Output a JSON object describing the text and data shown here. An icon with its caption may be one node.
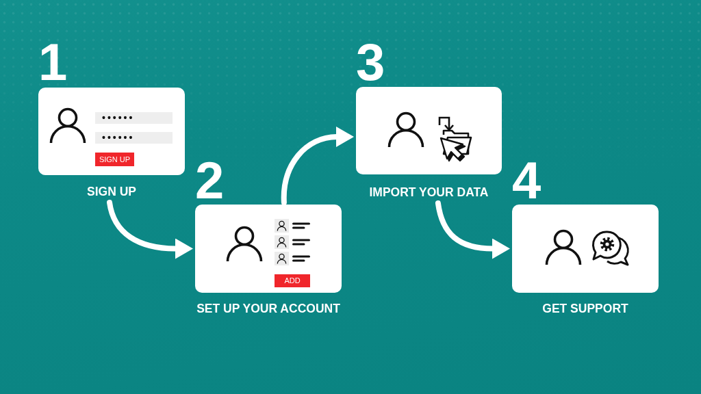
{
  "diagram": {
    "nodes": [
      {
        "text": [
          "SIGN UP"
        ],
        "beside": [
          "1"
        ]
      },
      {
        "text": [
          "••••••"
        ],
        "in": 0
      },
      {
        "text": [
          "••••••"
        ],
        "in": 0
      },
      {
        "text": [
          "SIGN UP"
        ],
        "in": 0
      },
      {
        "text": [
          "SET UP YOUR ACCOUNT"
        ],
        "beside": [
          "2"
        ]
      },
      {
        "text": [
          "ADD"
        ],
        "in": 4
      },
      {
        "text": [
          "IMPORT YOUR DATA"
        ],
        "beside": [
          "3"
        ]
      },
      {
        "text": [
          "GET SUPPORT"
        ],
        "beside": [
          "4"
        ]
      }
    ],
    "edges": [
      {
        "from": 0,
        "to": 4,
        "arrow": "to"
      },
      {
        "from": 4,
        "to": 6,
        "arrow": "to"
      },
      {
        "from": 6,
        "to": 7,
        "arrow": "to"
      }
    ]
  }
}
